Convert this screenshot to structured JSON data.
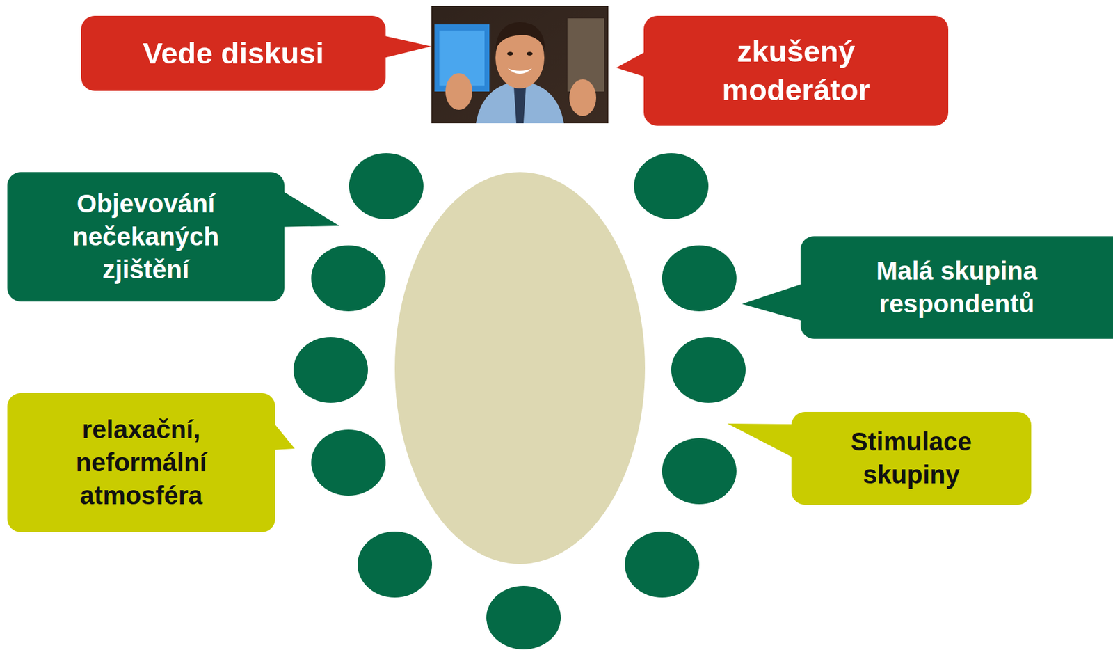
{
  "diagram": {
    "nodes": [
      {
        "text": [
          "Vede diskusi"
        ]
      },
      {
        "text": [
          "zkušený moderátor"
        ]
      },
      {
        "text": [
          "Objevování nečekaných zjištění"
        ]
      },
      {
        "text": [
          "Malá skupina respondentů"
        ]
      },
      {
        "text": [
          "relaxační, neformální atmosféra"
        ]
      },
      {
        "text": [
          "Stimulace skupiny"
        ]
      }
    ]
  }
}
